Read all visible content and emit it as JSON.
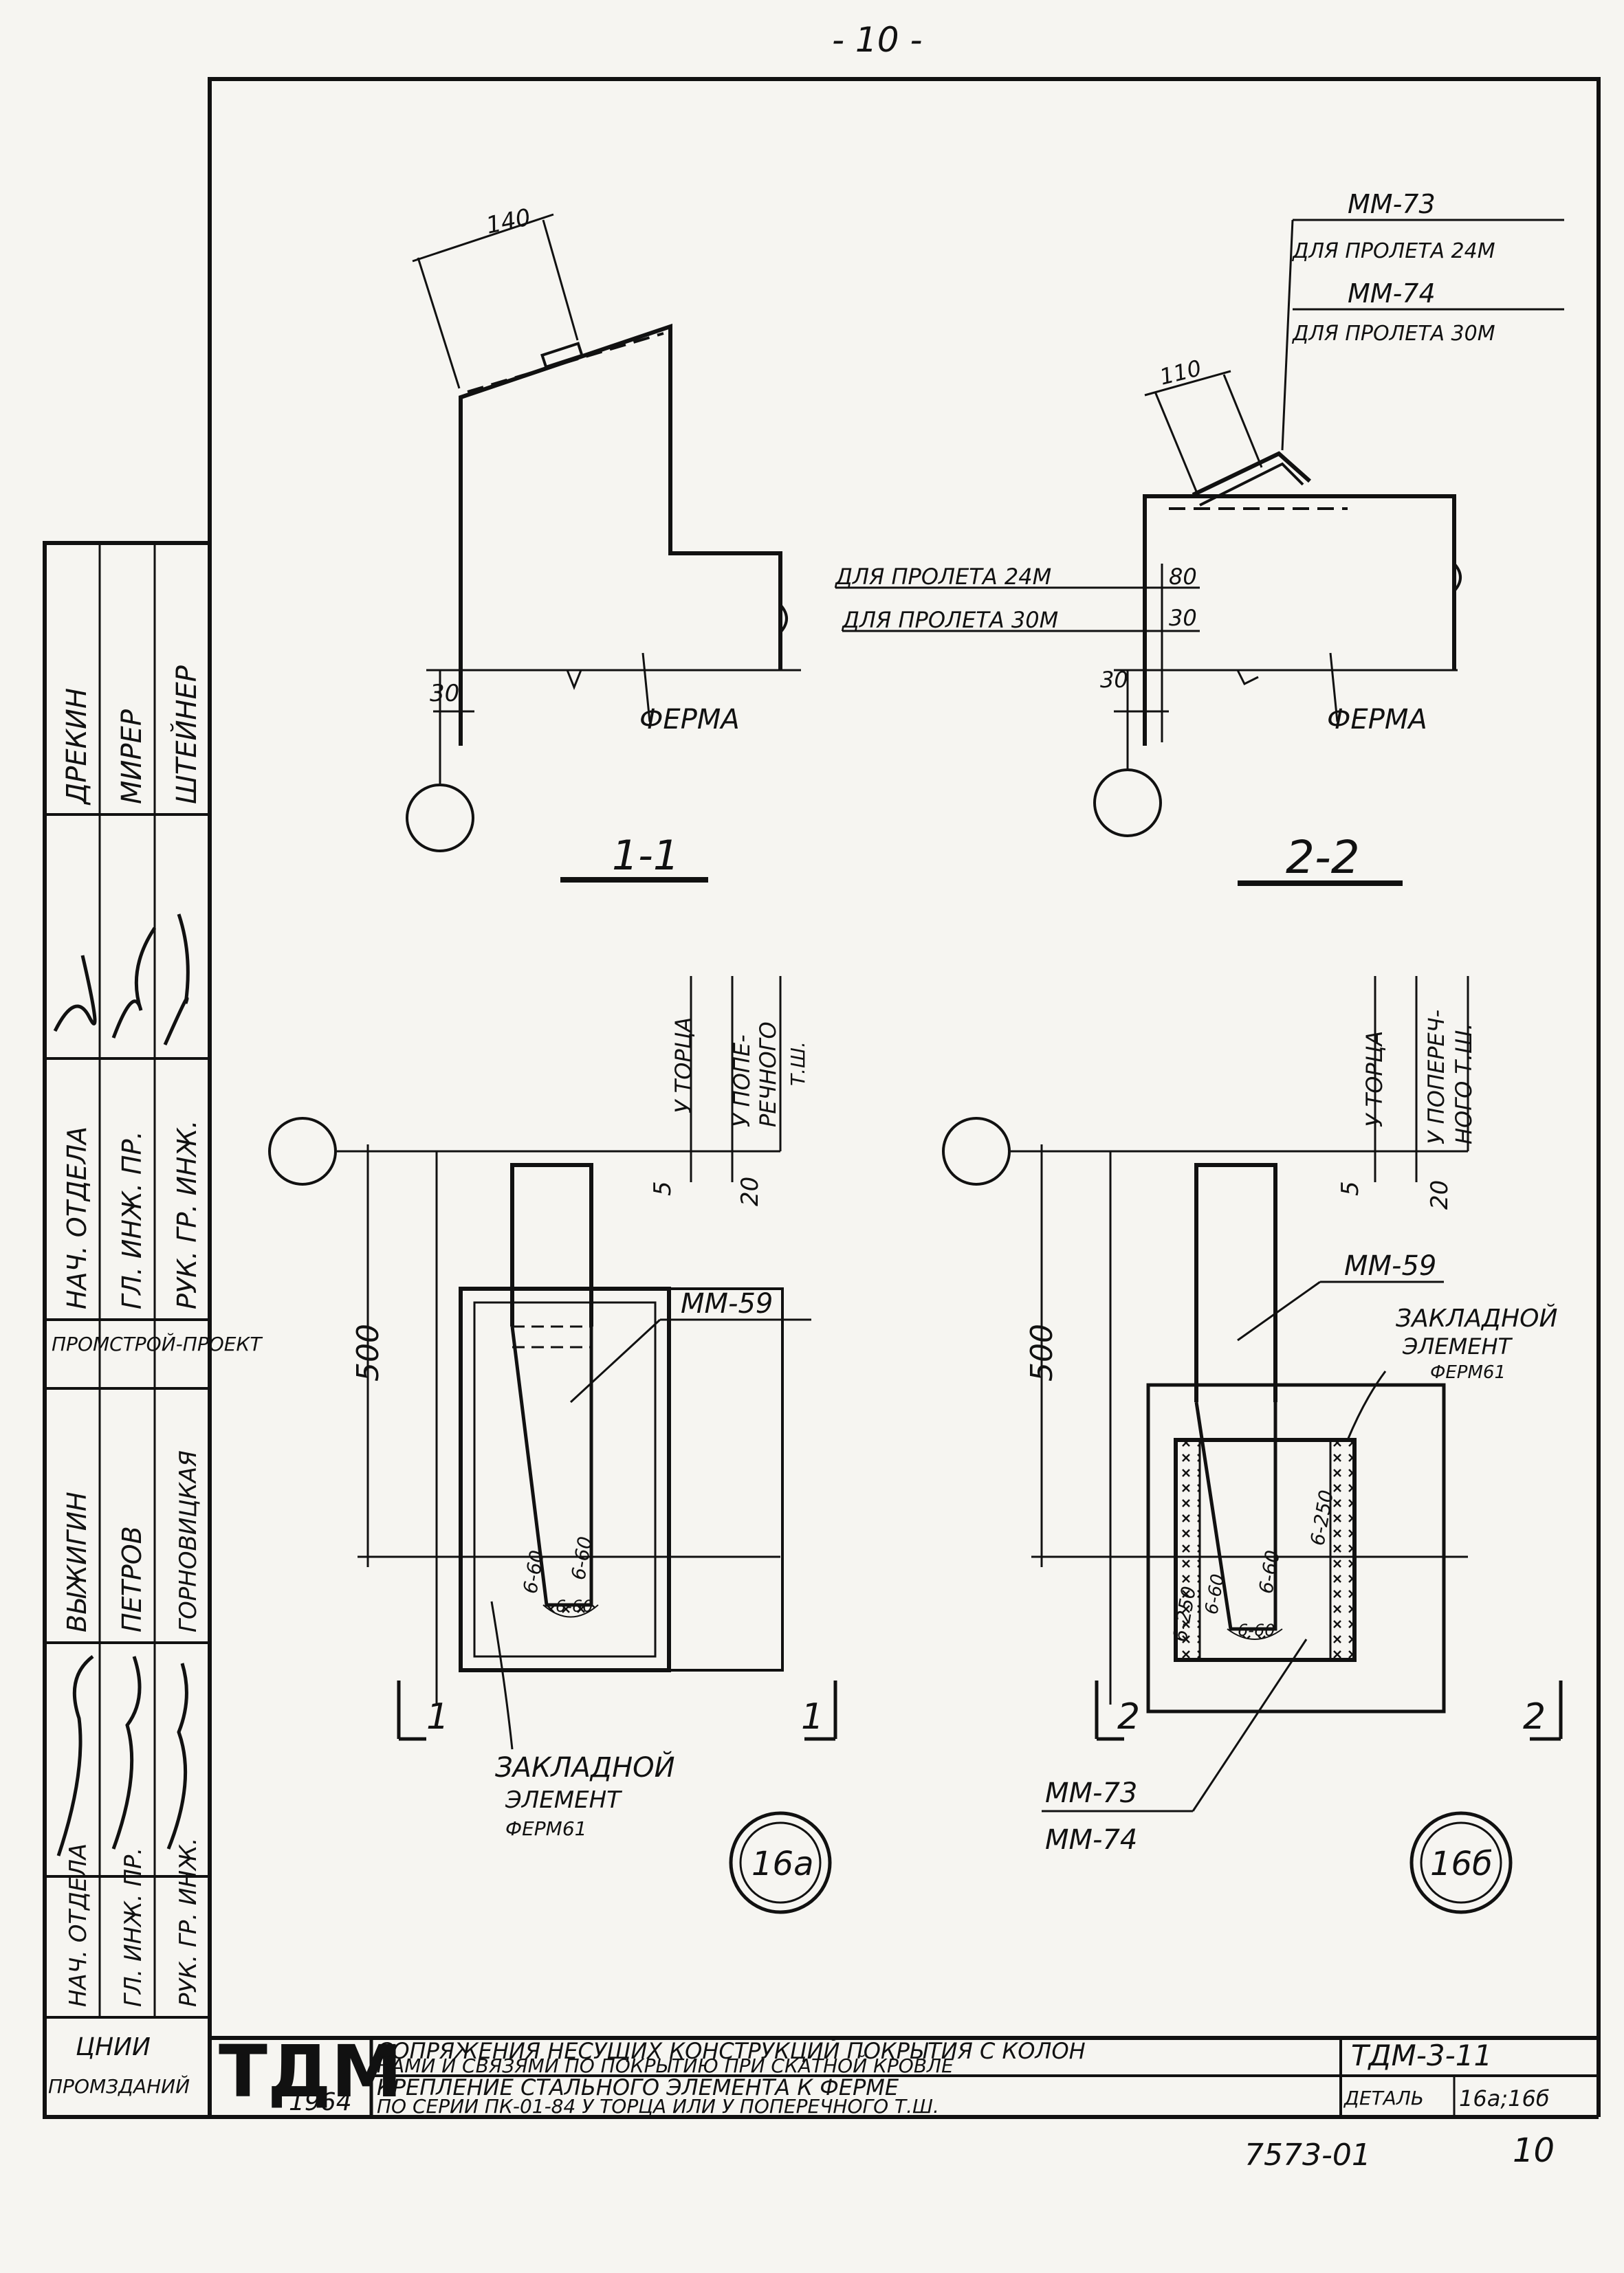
{
  "page_number": "- 10 -",
  "section_1": {
    "dim_140": "140",
    "dim_30": "30",
    "truss_label": "ФЕРМА",
    "section_label": "1-1"
  },
  "section_2": {
    "mm73_label": "ММ-73",
    "mm73_span": "ДЛЯ ПРОЛЕТА 24М",
    "mm74_label": "ММ-74",
    "mm74_span": "ДЛЯ ПРОЛЕТА 30М",
    "dim_110": "110",
    "span24_label": "ДЛЯ ПРОЛЕТА 24М",
    "span30_label": "ДЛЯ ПРОЛЕТА 30М",
    "dim_80": "80",
    "dim_30_top": "30",
    "dim_30_left": "30",
    "truss_label": "ФЕРМА",
    "section_label": "2-2"
  },
  "detail_16a": {
    "at_end": "У ТОРЦА",
    "at_cross_1": "У ПОПЕ-",
    "at_cross_2": "РЕЧНОГО",
    "at_cross_3": "Т.Ш.",
    "dim_5": "5",
    "dim_20": "20",
    "dim_500": "500",
    "mm59": "ММ-59",
    "weld_1": "6-60",
    "weld_2": "6-60",
    "weld_3": "6-60",
    "embedded_1": "ЗАКЛАДНОЙ",
    "embedded_2": "ЭЛЕМЕНТ",
    "embedded_3": "ФЕРМ61",
    "cut_left": "1",
    "cut_right": "1",
    "badge": "16а"
  },
  "detail_16b": {
    "at_end": "У ТОРЦА",
    "at_cross_1": "У ПОПЕРЕЧ-",
    "at_cross_2": "НОГО Т.Ш.",
    "dim_5": "5",
    "dim_20": "20",
    "dim_500": "500",
    "mm59": "ММ-59",
    "embedded_1": "ЗАКЛАДНОЙ",
    "embedded_2": "ЭЛЕМЕНТ",
    "embedded_3": "ФЕРМ61",
    "weld_250_l": "6-250",
    "weld_250_r": "6-250",
    "weld_60_a": "6-60",
    "weld_60_b": "6-60",
    "weld_60_c": "6-60",
    "mm73": "ММ-73",
    "mm74": "ММ-74",
    "cut_left": "2",
    "cut_right": "2",
    "badge": "16б"
  },
  "stamp": {
    "rows_a": [
      "НАЧ. ОТДЕЛА",
      "ГЛ. ИНЖ. ПР.",
      "РУК. ГР. ИНЖ."
    ],
    "names_a": [
      "ДРЕКИН",
      "МИРЕР",
      "ШТЕЙНЕР"
    ],
    "org_a": "ПРОМСТРОЙ-ПРОЕКТ",
    "rows_b": [
      "НАЧ. ОТДЕЛА",
      "ГЛ. ИНЖ. ПР.",
      "РУК. ГР. ИНЖ."
    ],
    "names_b": [
      "ВЫЖИГИН",
      "ПЕТРОВ",
      "ГОРНОВИЦКАЯ"
    ],
    "org_b_1": "ЦНИИ",
    "org_b_2": "ПРОМЗДАНИЙ"
  },
  "title_block": {
    "logo": "ТДМ",
    "year": "1964",
    "title_line_1": "СОПРЯЖЕНИЯ НЕСУЩИХ КОНСТРУКЦИЙ ПОКРЫТИЯ С КОЛОН",
    "title_line_2": "НАМИ И СВЯЗЯМИ ПО ПОКРЫТИЮ ПРИ СКАТНОЙ КРОВЛЕ",
    "sub_line_1": "КРЕПЛЕНИЕ СТАЛЬНОГО ЭЛЕМЕНТА К ФЕРМЕ",
    "sub_line_2": "ПО СЕРИИ ПК-01-84 У ТОРЦА ИЛИ У ПОПЕРЕЧНОГО Т.Ш.",
    "code": "ТДМ-3-11",
    "detail_label": "ДЕТАЛЬ",
    "detail_value": "16а;16б"
  },
  "footer": {
    "number": "7573-01",
    "sheet": "10"
  }
}
